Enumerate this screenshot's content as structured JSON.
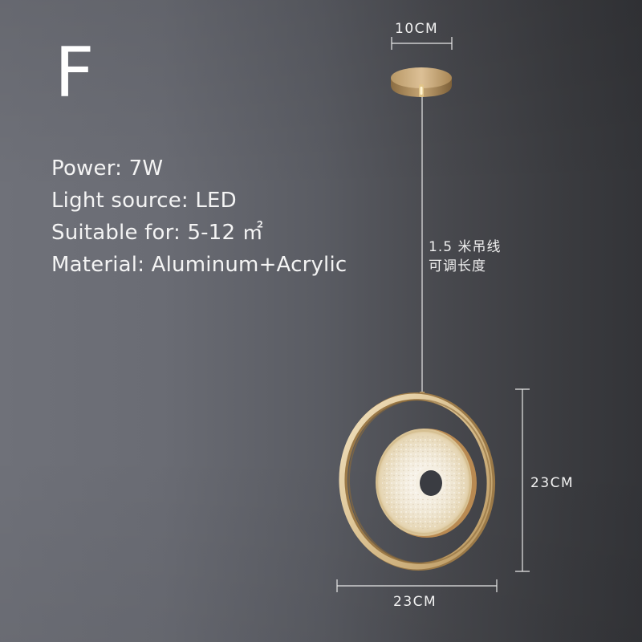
{
  "variant": {
    "letter": "F"
  },
  "specs": [
    {
      "label": "Power",
      "value": "7W",
      "text": "Power: 7W"
    },
    {
      "label": "Light source",
      "value": "LED",
      "text": "Light source: LED"
    },
    {
      "label": "Suitable for",
      "value": "5-12 ㎡",
      "text": "Suitable for: 5-12 ㎡"
    },
    {
      "label": "Material",
      "value": "Aluminum+Acrylic",
      "text": "Material: Aluminum+Acrylic"
    }
  ],
  "dimensions": {
    "canopy_width": "10CM",
    "lamp_height": "23CM",
    "lamp_width": "23CM"
  },
  "cord_note": {
    "line1": "1.5 米吊线",
    "line2": "可调长度"
  },
  "colors": {
    "gold": "#c8a874",
    "gold_light": "#efdcb6",
    "background_left": "#6f7179",
    "background_right": "#333438",
    "text": "#f4f4f4"
  }
}
